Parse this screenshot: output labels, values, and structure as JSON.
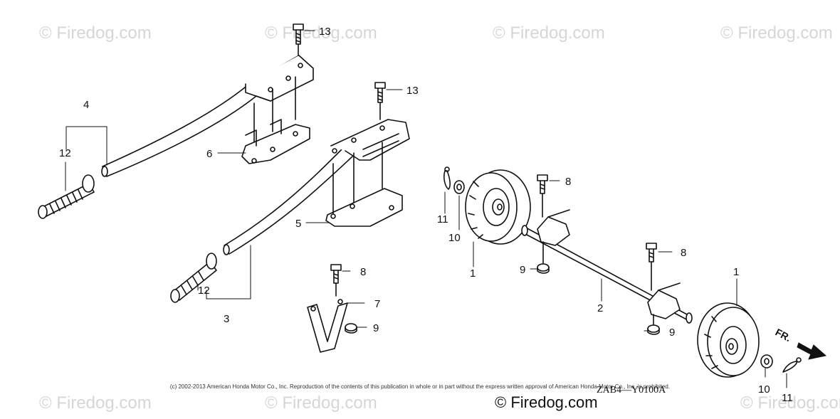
{
  "watermarks": [
    "© Firedog.com",
    "© Firedog.com",
    "© Firedog.com",
    "© Firedog.com",
    "© Firedog.com",
    "© Firedog.com",
    "© Firedog.con"
  ],
  "callouts": [
    "13",
    "13",
    "4",
    "12",
    "6",
    "5",
    "8",
    "8",
    "8",
    "11",
    "10",
    "1",
    "9",
    "9",
    "9",
    "2",
    "1",
    "12",
    "3",
    "7",
    "10",
    "11"
  ],
  "direction_label": "FR.",
  "copyright": "(c) 2002-2013 American Honda Motor Co., Inc. Reproduction of the contents of this publication in whole or in part without the express written approval of American Honda Motor Co., Inc. is prohibited.",
  "diagram_code": "ZAB4—Y0100A",
  "brand": "© Firedog.com"
}
